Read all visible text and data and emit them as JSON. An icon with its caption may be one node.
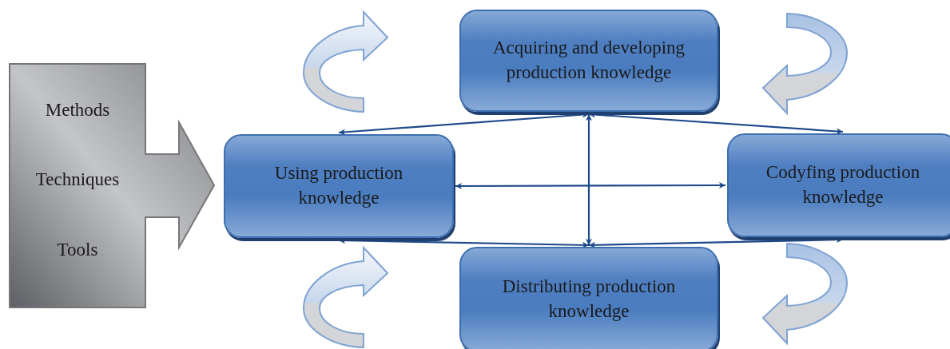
{
  "diagram": {
    "nodes": [
      {
        "text": [
          "Methods",
          "Techniques",
          "Tools"
        ]
      },
      {
        "text": [
          "Using production knowledge"
        ]
      },
      {
        "text": [
          "Acquiring and developing production knowledge"
        ]
      },
      {
        "text": [
          "Codyfing production knowledge"
        ]
      },
      {
        "text": [
          "Distributing production knowledge"
        ]
      }
    ],
    "edges": [
      {
        "from": 1,
        "to": 2,
        "arrow": "both"
      },
      {
        "from": 1,
        "to": 3,
        "arrow": "both"
      },
      {
        "from": 1,
        "to": 4,
        "arrow": "both"
      },
      {
        "from": 2,
        "to": 3,
        "arrow": "both"
      },
      {
        "from": 2,
        "to": 4,
        "arrow": "both"
      },
      {
        "from": 4,
        "to": 3,
        "arrow": "both"
      }
    ]
  }
}
